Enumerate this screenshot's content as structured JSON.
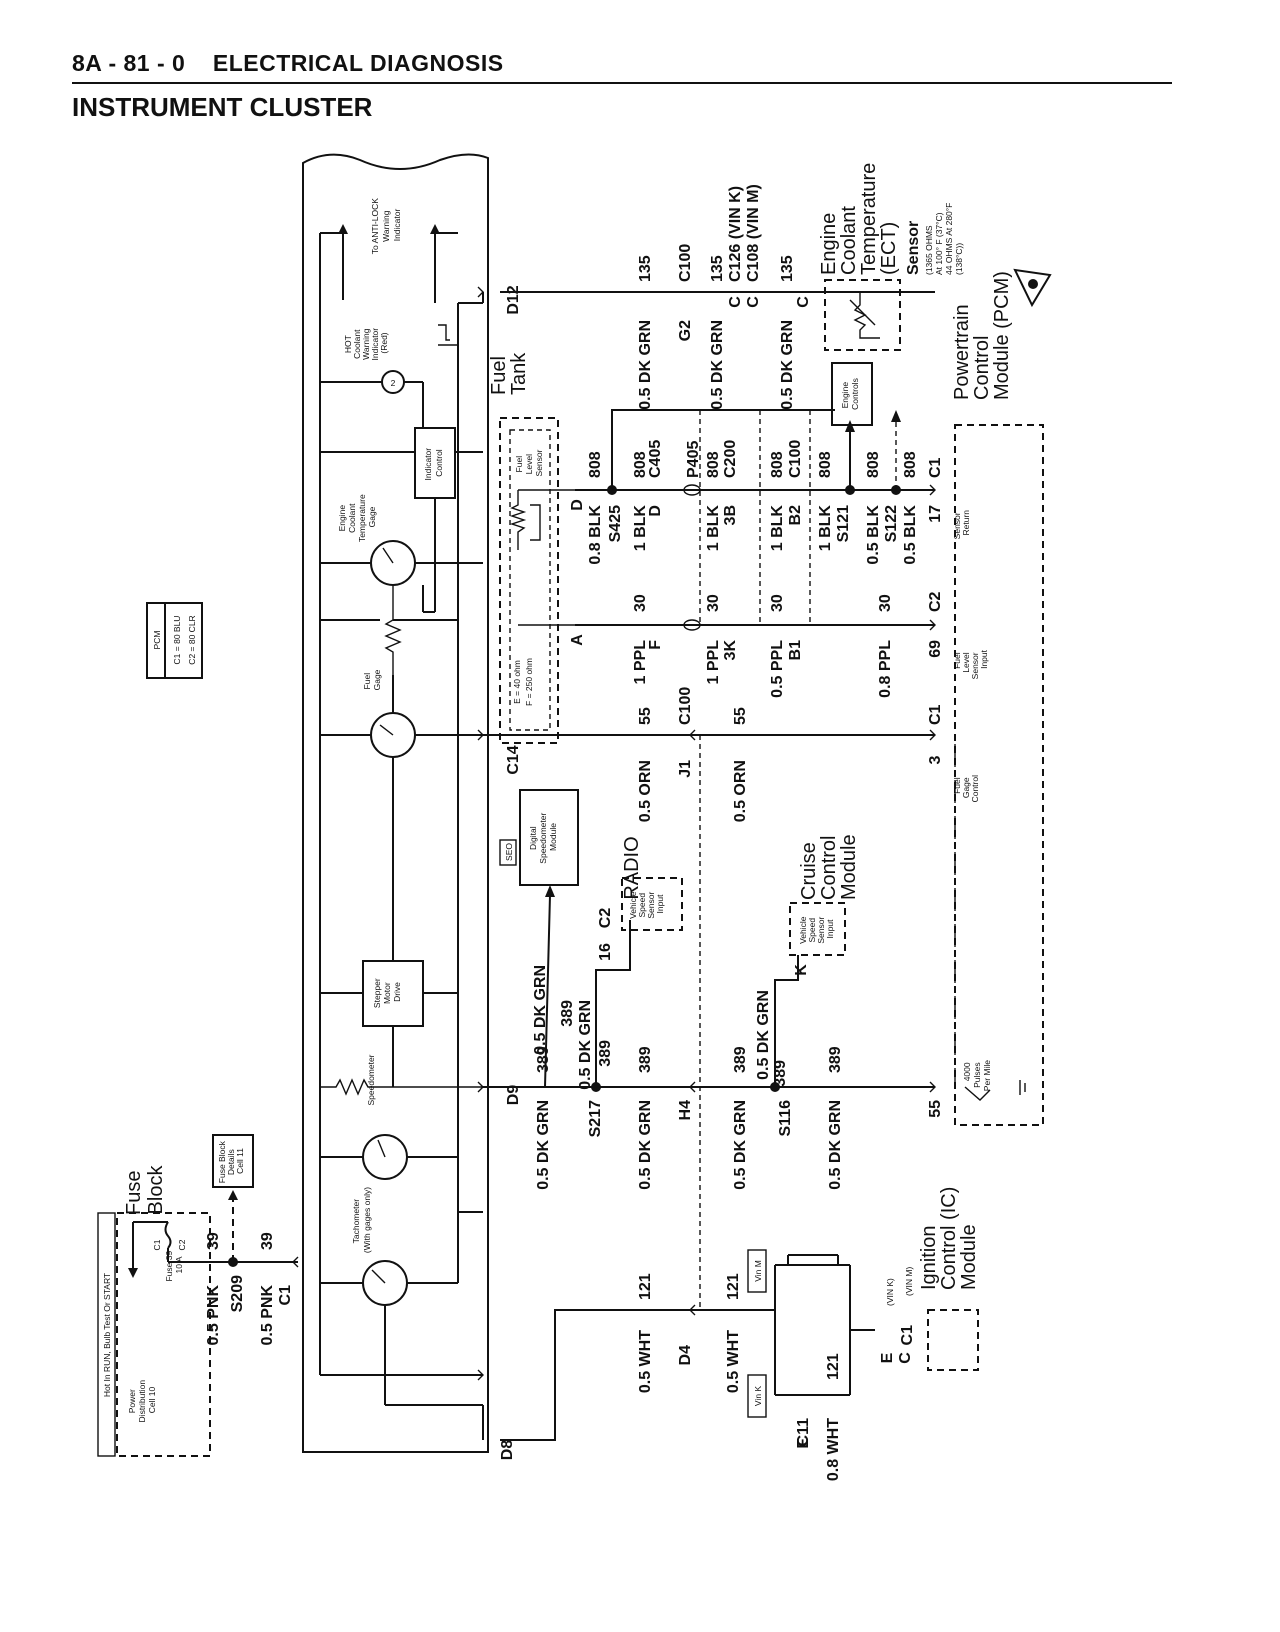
{
  "header": {
    "page_code": "8A - 81 - 0",
    "section": "ELECTRICAL DIAGNOSIS",
    "title": "INSTRUMENT CLUSTER"
  },
  "labels": {
    "hot_in_run": "Hot In RUN, Bulb Test Or START",
    "power_distribution": [
      "Power",
      "Distribution",
      "Cell 10"
    ],
    "fuse_block": [
      "Fuse",
      "Block"
    ],
    "fuse39": [
      "Fuse 39",
      "10 A"
    ],
    "fuse_c1": "C1",
    "fuse_c2": "C2",
    "fuse_block_details": [
      "Fuse Block",
      "Details",
      "Cell 11"
    ],
    "w_05pnk": "0.5 PNK",
    "w_39": "39",
    "s209": "S209",
    "w_05pnk_b": "0.5 PNK",
    "w_39b": "39",
    "c1_cluster": "C1",
    "tachometer": [
      "Tachometer",
      "(With gages only)"
    ],
    "speedometer": "Speedometer",
    "stepper": [
      "Stepper",
      "Motor",
      "Drive"
    ],
    "fuel_gage": [
      "Fuel",
      "Gage"
    ],
    "ect_gage": [
      "Engine",
      "Coolant",
      "Temperature",
      "Gage"
    ],
    "indicator_control": [
      "Indicator",
      "Control"
    ],
    "hot_coolant": [
      "HOT",
      "Coolant",
      "Warning",
      "Indicator",
      "(Red)"
    ],
    "anti_lock": [
      "To ANTI-LOCK",
      "Warning",
      "Indicator"
    ],
    "pcm_box": [
      "PCM",
      "C1 = 80 BLU",
      "C2 = 80 CLR"
    ],
    "d8": "D8",
    "d4": "D4",
    "d9": "D9",
    "c14": "C14",
    "d12": "D12",
    "h4": "H4",
    "j1": "J1",
    "w_05wht": "0.5 WHT",
    "w_121": "121",
    "w_05wht_b": "0.5 WHT",
    "w_121b": "121",
    "vin_k": "Vin K",
    "vin_m": "Vin M",
    "c11": "C11",
    "e_c11": "E",
    "w_08wht": "0.8 WHT",
    "w_121c": "121",
    "icm": [
      "Ignition",
      "Control (IC)",
      "Module"
    ],
    "icm_e": "E",
    "icm_c": "C",
    "icm_c1": "C1",
    "icm_vink": "(VIN K)",
    "icm_vinm": "(VIN M)",
    "w_05dkgrn": "0.5 DK GRN",
    "w_389": "389",
    "s217": "S217",
    "s116": "S116",
    "seo": "SEO",
    "dsm": [
      "Digital",
      "Speedometer",
      "Module"
    ],
    "radio": "RADIO",
    "radio_c2": "C2",
    "radio_16": "16",
    "vss_input": [
      "Vehicle",
      "Speed",
      "Sensor",
      "Input"
    ],
    "cruise": [
      "Cruise",
      "Control",
      "Module"
    ],
    "cruise_k": "K",
    "pulses": [
      "4000",
      "Pulses",
      "Per Mile"
    ],
    "w_55": "55",
    "w_05orn": "0.5 ORN",
    "c100": "C100",
    "fuel_gage_control": [
      "Fuel",
      "Gage",
      "Control"
    ],
    "pcm_3": "3",
    "pcm_c1": "C1",
    "fuel_tank": [
      "Fuel",
      "Tank"
    ],
    "fuel_level_sensor": [
      "Fuel",
      "Level",
      "Sensor"
    ],
    "e_f_ohm": [
      "E = 40 ohm",
      "F = 250 ohm"
    ],
    "w_1ppl": "1 PPL",
    "w_30": "30",
    "w_05ppl": "0.5 PPL",
    "w_08ppl": "0.8 PPL",
    "p405": "P405",
    "c200": "C200",
    "c405": "C405",
    "c2_pcm": "C2",
    "pcm_69": "69",
    "fuel_level_input": [
      "Fuel",
      "Level",
      "Sensor",
      "Input"
    ],
    "w_08blk": "0.8 BLK",
    "w_1blk": "1 BLK",
    "w_05blk": "0.5 BLK",
    "w_808": "808",
    "s425": "S425",
    "s121": "S121",
    "s122": "S122",
    "sensor_return": [
      "Sensor",
      "Return"
    ],
    "pcm_17": "17",
    "engine_controls": [
      "Engine",
      "Controls"
    ],
    "pcm_label": [
      "Powertrain",
      "Control",
      "Module (PCM)"
    ],
    "g2": "G2",
    "w_135": "135",
    "c126": "C126 (VIN K)",
    "c108": "C108 (VIN M)",
    "ect_sensor": [
      "Engine",
      "Coolant",
      "Temperature",
      "(ECT)",
      "Sensor"
    ],
    "ect_ohms": [
      "(1365 OHMS",
      "At 100° F (37°C)",
      "44 OHMS At 280°F",
      "(138°C))"
    ],
    "pin_a": "A",
    "pin_d": "D",
    "pin_f": "F",
    "pin_3k": "3K",
    "pin_3b": "3B",
    "pin_b1": "B1",
    "pin_b2": "B2",
    "pin_c": "C"
  }
}
